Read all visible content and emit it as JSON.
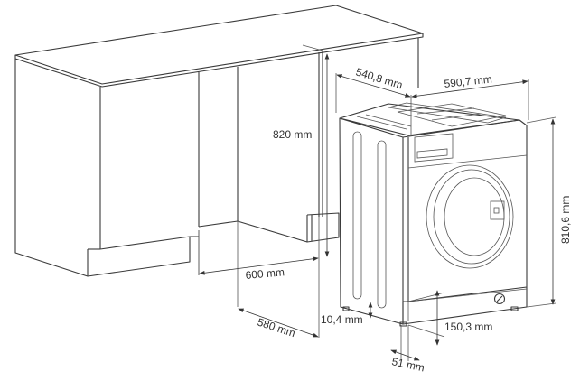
{
  "diagram": {
    "subject": "Built-in washing machine installation dimensions",
    "dimensions": {
      "machine_depth": "540,8 mm",
      "machine_width": "590,7 mm",
      "niche_height": "820 mm",
      "machine_height": "810,6 mm",
      "niche_width": "600 mm",
      "niche_depth": "580 mm",
      "foot_height": "10,4 mm",
      "plinth_height": "150,3 mm",
      "plinth_recess": "51 mm"
    }
  }
}
